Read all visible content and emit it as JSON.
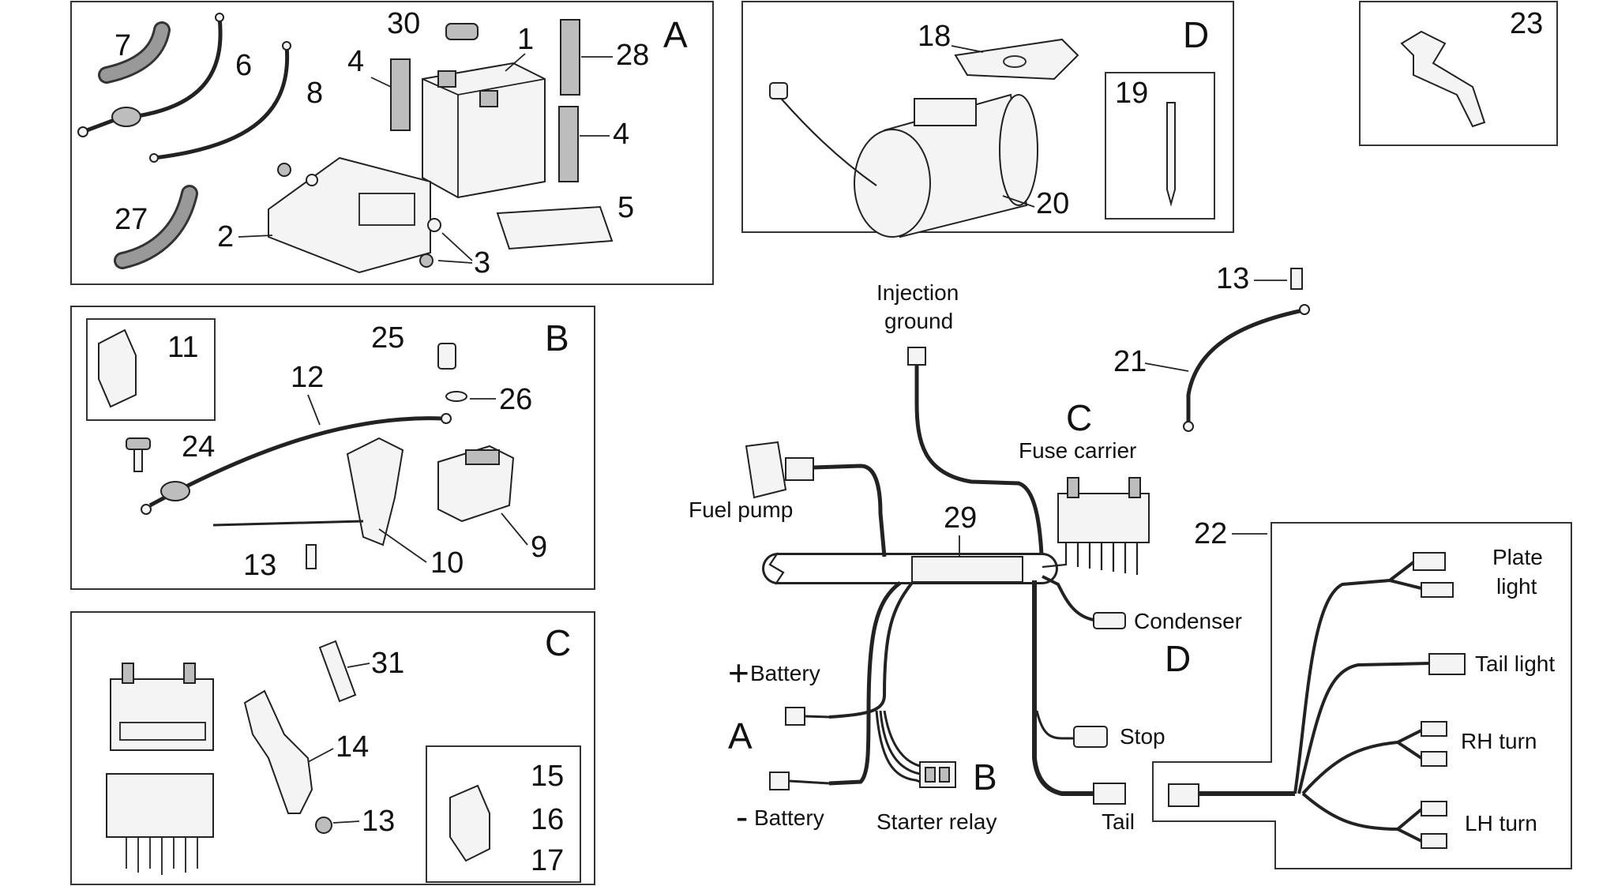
{
  "sections": {
    "A": "A",
    "B": "B",
    "C": "C",
    "D": "D"
  },
  "callouts": {
    "n1": "1",
    "n2": "2",
    "n3": "3",
    "n4a": "4",
    "n4b": "4",
    "n5": "5",
    "n6": "6",
    "n7": "7",
    "n8": "8",
    "n9": "9",
    "n10": "10",
    "n11": "11",
    "n12": "12",
    "n13a": "13",
    "n13b": "13",
    "n13c": "13",
    "n14": "14",
    "n15": "15",
    "n16": "16",
    "n17": "17",
    "n18": "18",
    "n19": "19",
    "n20": "20",
    "n21": "21",
    "n22": "22",
    "n23": "23",
    "n24": "24",
    "n25": "25",
    "n26": "26",
    "n27": "27",
    "n28": "28",
    "n29": "29",
    "n30": "30",
    "n31": "31"
  },
  "harness_labels": {
    "injection_ground_1": "Injection",
    "injection_ground_2": "ground",
    "fuel_pump": "Fuel pump",
    "fuse_carrier": "Fuse carrier",
    "fuse_carrier_ref": "C",
    "condenser": "Condenser",
    "condenser_ref": "D",
    "pos_battery_sign": "+",
    "pos_battery": "Battery",
    "neg_battery_sign": "-",
    "neg_battery": "Battery",
    "battery_ref": "A",
    "starter_relay": "Starter relay",
    "starter_relay_ref": "B",
    "stop": "Stop",
    "tail": "Tail",
    "plate_light_1": "Plate",
    "plate_light_2": "light",
    "tail_light": "Tail light",
    "rh_turn": "RH turn",
    "lh_turn": "LH turn"
  },
  "colors": {
    "line": "#222222",
    "background": "#ffffff"
  }
}
